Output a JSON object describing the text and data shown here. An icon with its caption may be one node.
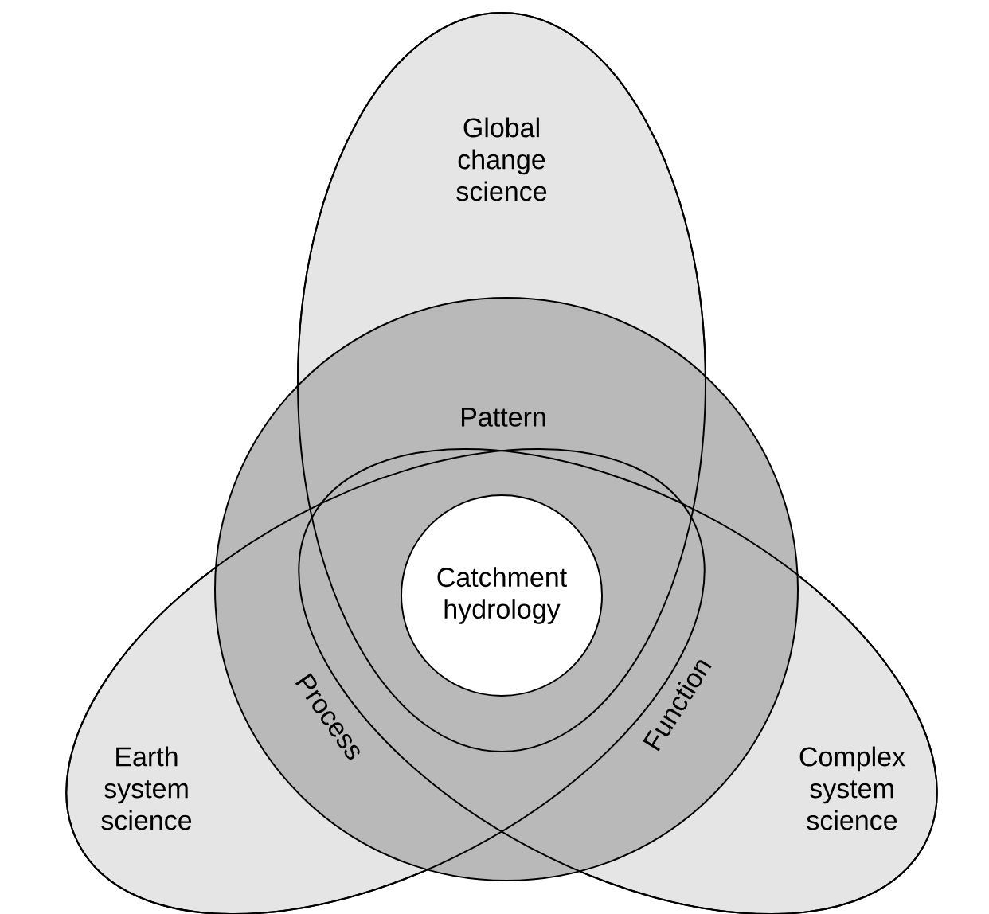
{
  "diagram": {
    "nodes": [
      {
        "text": [
          "Global change science"
        ]
      },
      {
        "text": [
          "Earth system science"
        ]
      },
      {
        "text": [
          "Complex system science"
        ]
      },
      {
        "text": [],
        "shape": "circle"
      },
      {
        "text": [
          "Catchment hydrology"
        ]
      }
    ],
    "labels": [
      "Pattern",
      "Process",
      "Function"
    ]
  }
}
